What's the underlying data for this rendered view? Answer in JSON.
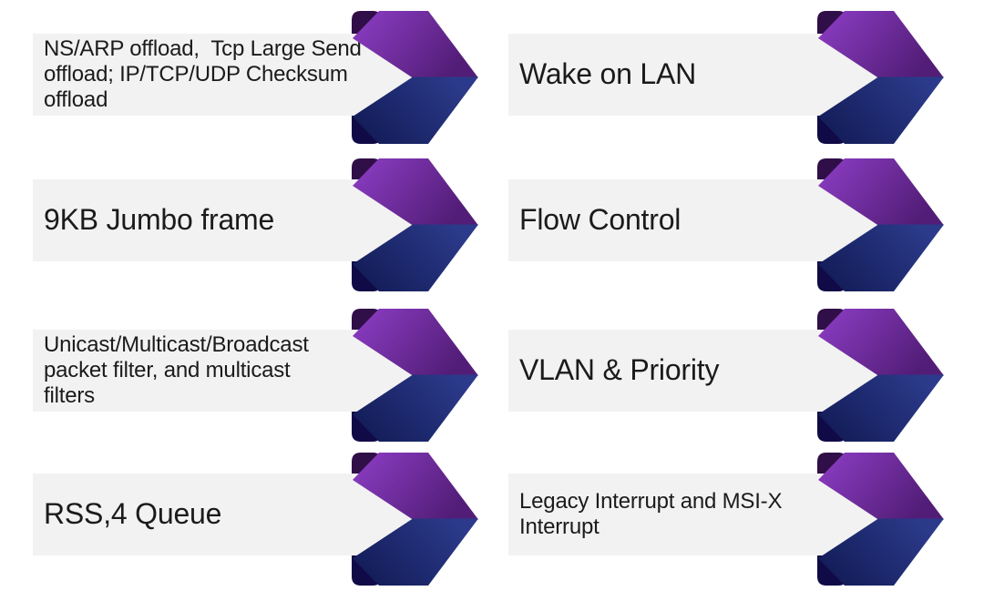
{
  "slide": {
    "background": "#ffffff",
    "description": "Network adapter feature list slide with chevron arrow bullets"
  },
  "colors": {
    "bar_background": "#f2f2f2",
    "text": "#1b1b1b",
    "chevron_purple_start": "#8e3ec6",
    "chevron_purple_end": "#521d77",
    "chevron_purple_fold": "#300e48",
    "chevron_navy_start": "#111a54",
    "chevron_navy_end": "#2b3a8a",
    "chevron_navy_fold": "#100a46"
  },
  "items": [
    {
      "label": "NS/ARP offload,  Tcp Large Send\noffload; IP/TCP/UDP Checksum\noffload",
      "column": "left",
      "row": 1
    },
    {
      "label": "Wake on LAN",
      "column": "right",
      "row": 1
    },
    {
      "label": "9KB Jumbo frame",
      "column": "left",
      "row": 2
    },
    {
      "label": "Flow Control",
      "column": "right",
      "row": 2
    },
    {
      "label": "Unicast/Multicast/Broadcast\npacket filter, and multicast\nfilters",
      "column": "left",
      "row": 3
    },
    {
      "label": "VLAN & Priority",
      "column": "right",
      "row": 3
    },
    {
      "label": "RSS,4 Queue",
      "column": "left",
      "row": 4
    },
    {
      "label": "Legacy Interrupt and MSI-X\nInterrupt",
      "column": "right",
      "row": 4
    }
  ]
}
